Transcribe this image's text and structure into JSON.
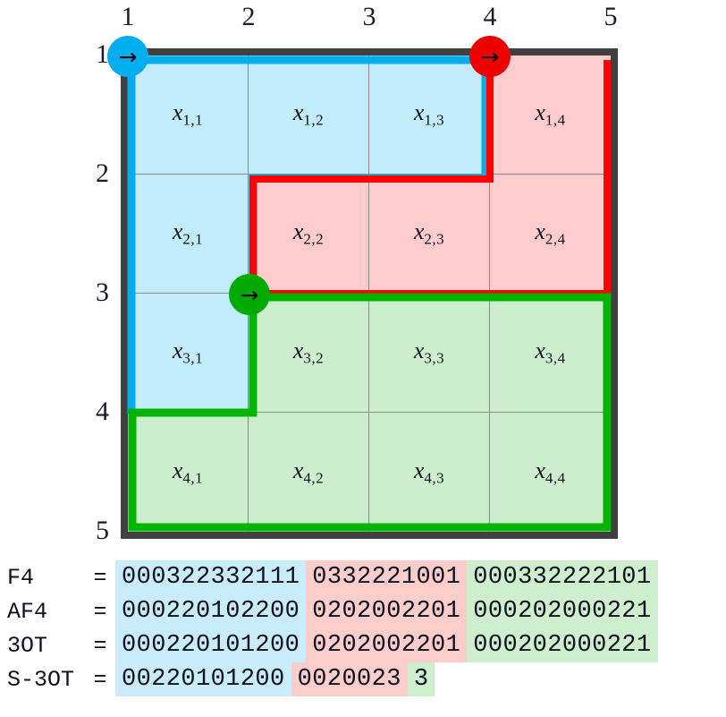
{
  "figure": {
    "column_labels": [
      "1",
      "2",
      "3",
      "4",
      "5"
    ],
    "row_labels": [
      "1",
      "2",
      "3",
      "4",
      "5"
    ],
    "colors": {
      "blue_stroke": "#00aeef",
      "red_stroke": "#ff0000",
      "green_stroke": "#00b400",
      "blue_fill": "#c3ecfb",
      "red_fill": "#fecccc",
      "green_fill": "#cdeecd",
      "frame": "#404040",
      "gridline": "#8a8a8a"
    },
    "cells": [
      [
        {
          "label": "x",
          "sub": "1,1",
          "region": "blue"
        },
        {
          "label": "x",
          "sub": "1,2",
          "region": "blue"
        },
        {
          "label": "x",
          "sub": "1,3",
          "region": "blue"
        },
        {
          "label": "x",
          "sub": "1,4",
          "region": "red"
        }
      ],
      [
        {
          "label": "x",
          "sub": "2,1",
          "region": "blue"
        },
        {
          "label": "x",
          "sub": "2,2",
          "region": "red"
        },
        {
          "label": "x",
          "sub": "2,3",
          "region": "red"
        },
        {
          "label": "x",
          "sub": "2,4",
          "region": "red"
        }
      ],
      [
        {
          "label": "x",
          "sub": "3,1",
          "region": "blue"
        },
        {
          "label": "x",
          "sub": "3,2",
          "region": "green"
        },
        {
          "label": "x",
          "sub": "3,3",
          "region": "green"
        },
        {
          "label": "x",
          "sub": "3,4",
          "region": "green"
        }
      ],
      [
        {
          "label": "x",
          "sub": "4,1",
          "region": "green"
        },
        {
          "label": "x",
          "sub": "4,2",
          "region": "green"
        },
        {
          "label": "x",
          "sub": "4,3",
          "region": "green"
        },
        {
          "label": "x",
          "sub": "4,4",
          "region": "green"
        }
      ]
    ],
    "agents": [
      {
        "id": "blue-agent",
        "color": "#00aeef",
        "glyph": "→",
        "col": 1,
        "row": 1
      },
      {
        "id": "red-agent",
        "color": "#ee0000",
        "glyph": "→",
        "col": 4,
        "row": 1
      },
      {
        "id": "green-agent",
        "color": "#00aa00",
        "glyph": "→",
        "col": 2,
        "row": 3
      }
    ]
  },
  "sequences": {
    "rows": [
      {
        "name": "F4",
        "eq": "=",
        "segments": [
          {
            "region": "blue",
            "value": "000322332111"
          },
          {
            "region": "red",
            "value": "0332221001"
          },
          {
            "region": "green",
            "value": "000332222101"
          }
        ]
      },
      {
        "name": "AF4",
        "eq": "=",
        "segments": [
          {
            "region": "blue",
            "value": "000220102200"
          },
          {
            "region": "red",
            "value": "0202002201"
          },
          {
            "region": "green",
            "value": "000202000221"
          }
        ]
      },
      {
        "name": "3OT",
        "eq": "=",
        "segments": [
          {
            "region": "blue",
            "value": "000220101200"
          },
          {
            "region": "red",
            "value": "0202002201"
          },
          {
            "region": "green",
            "value": "000202000221"
          }
        ]
      },
      {
        "name": "S-3OT",
        "eq": "=",
        "segments": [
          {
            "region": "blue",
            "value": "00220101200"
          },
          {
            "region": "red",
            "value": "0020023"
          },
          {
            "region": "green",
            "value": "3"
          }
        ]
      }
    ]
  }
}
